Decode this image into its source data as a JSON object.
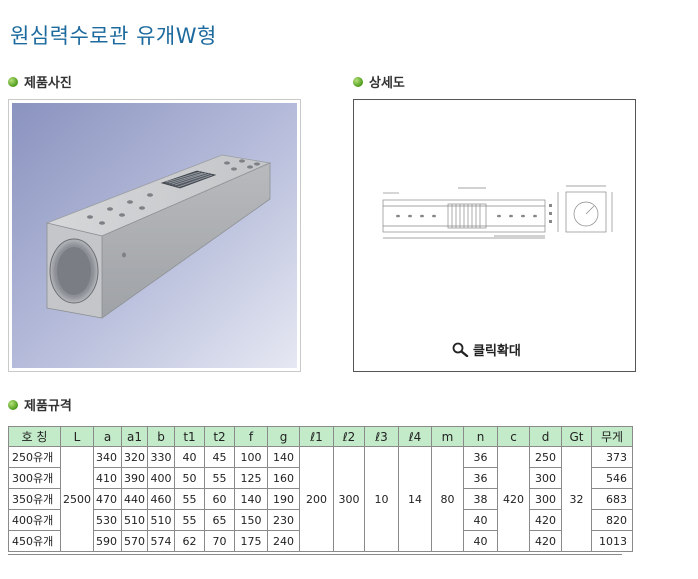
{
  "page": {
    "title": "원심력수로관 유개W형"
  },
  "sections": {
    "photo": "제품사진",
    "drawing": "상세도",
    "spec": "제품규격"
  },
  "drawing": {
    "zoom_label": "클릭확대"
  },
  "table": {
    "headers": [
      "호 칭",
      "L",
      "a",
      "a1",
      "b",
      "t1",
      "t2",
      "f",
      "g",
      "ℓ1",
      "ℓ2",
      "ℓ3",
      "ℓ4",
      "m",
      "n",
      "c",
      "d",
      "Gt",
      "무게"
    ],
    "merged": {
      "L": "2500",
      "l1": "200",
      "l2": "300",
      "l3": "10",
      "l4": "14",
      "m": "80",
      "c": "420",
      "Gt": "32"
    },
    "rows": [
      {
        "name": "250유개",
        "a": "340",
        "a1": "320",
        "b": "330",
        "t1": "40",
        "t2": "45",
        "f": "100",
        "g": "140",
        "n": "36",
        "d": "250",
        "w": "373"
      },
      {
        "name": "300유개",
        "a": "410",
        "a1": "390",
        "b": "400",
        "t1": "50",
        "t2": "55",
        "f": "125",
        "g": "160",
        "n": "36",
        "d": "300",
        "w": "546"
      },
      {
        "name": "350유개",
        "a": "470",
        "a1": "440",
        "b": "460",
        "t1": "55",
        "t2": "60",
        "f": "140",
        "g": "190",
        "n": "38",
        "d": "300",
        "w": "683"
      },
      {
        "name": "400유개",
        "a": "530",
        "a1": "510",
        "b": "510",
        "t1": "55",
        "t2": "65",
        "f": "150",
        "g": "230",
        "n": "40",
        "d": "420",
        "w": "820"
      },
      {
        "name": "450유개",
        "a": "590",
        "a1": "570",
        "b": "574",
        "t1": "62",
        "t2": "70",
        "f": "175",
        "g": "240",
        "n": "40",
        "d": "420",
        "w": "1013"
      }
    ]
  }
}
